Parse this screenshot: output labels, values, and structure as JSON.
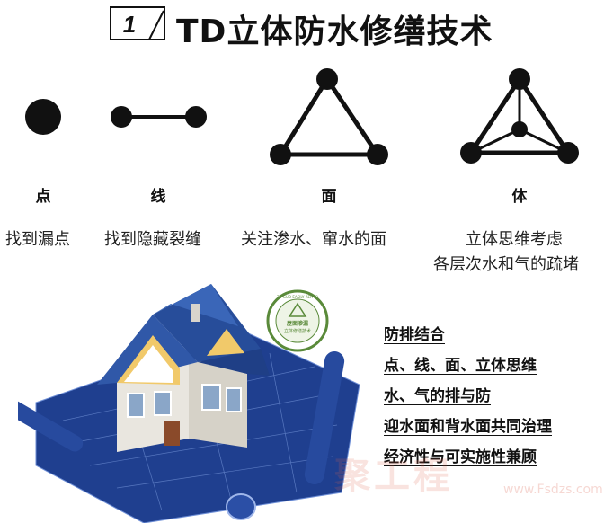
{
  "header": {
    "number": "1",
    "title": "TD立体防水修缮技术"
  },
  "concepts": [
    {
      "label": "点",
      "desc": [
        "找到漏点"
      ]
    },
    {
      "label": "线",
      "desc": [
        "找到隐藏裂缝"
      ]
    },
    {
      "label": "面",
      "desc": [
        "关注渗水、窜水的面"
      ]
    },
    {
      "label": "体",
      "desc": [
        "立体思维考虑",
        "各层次水和气的疏堵"
      ]
    }
  ],
  "badge": {
    "arc_text": "TD GUO EASILY REPAIR",
    "line1": "屋面渗漏",
    "line2": "立体修缮技术"
  },
  "bullets": [
    "防排结合",
    "点、线、面、立体思维",
    "水、气的排与防",
    "迎水面和背水面共同治理",
    "经济性与可实施性兼顾"
  ],
  "watermark": {
    "text": "聚工程",
    "url": "www.Fsdzs.com"
  },
  "colors": {
    "ink": "#111111",
    "blueprint": "#1f3f8f",
    "roof": "#3058a8",
    "badge_green": "#5a8a3a"
  }
}
